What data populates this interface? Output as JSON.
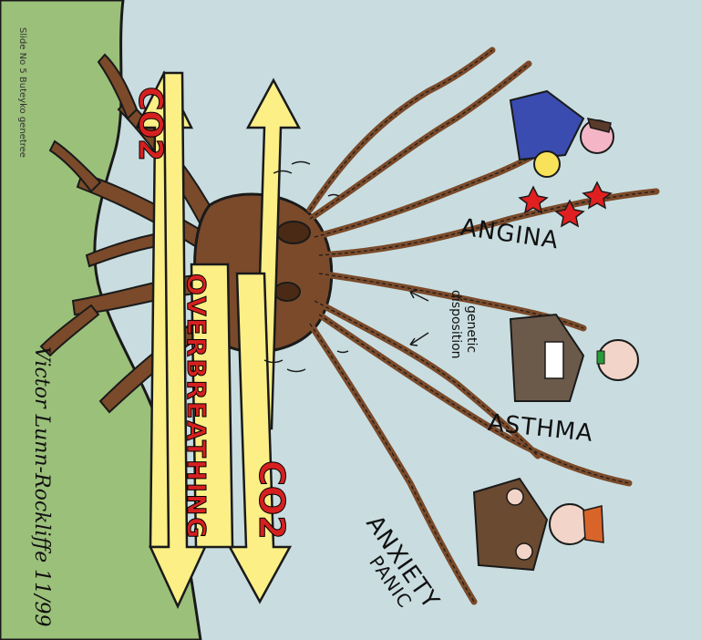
{
  "slide_note": "Slide No 5 Buteyko genetree",
  "arrow_label": "OVERBREATHING",
  "co2_top": "CO2",
  "co2_bottom": "CO2",
  "conditions": {
    "angina": "ANGINA",
    "asthma": "ASTHMA",
    "anxiety": "ANXIETY",
    "panic": "PANIC"
  },
  "annotation": {
    "line1": "genetic",
    "line2": "disposition"
  },
  "signature": "Victor Lunn-Rockliffe 11/99",
  "colors": {
    "sky": "#c9dde0",
    "ground": "#9bc07a",
    "trunk": "#7a4a2a",
    "arrow": "#fbef86",
    "text_red": "#d62020"
  }
}
